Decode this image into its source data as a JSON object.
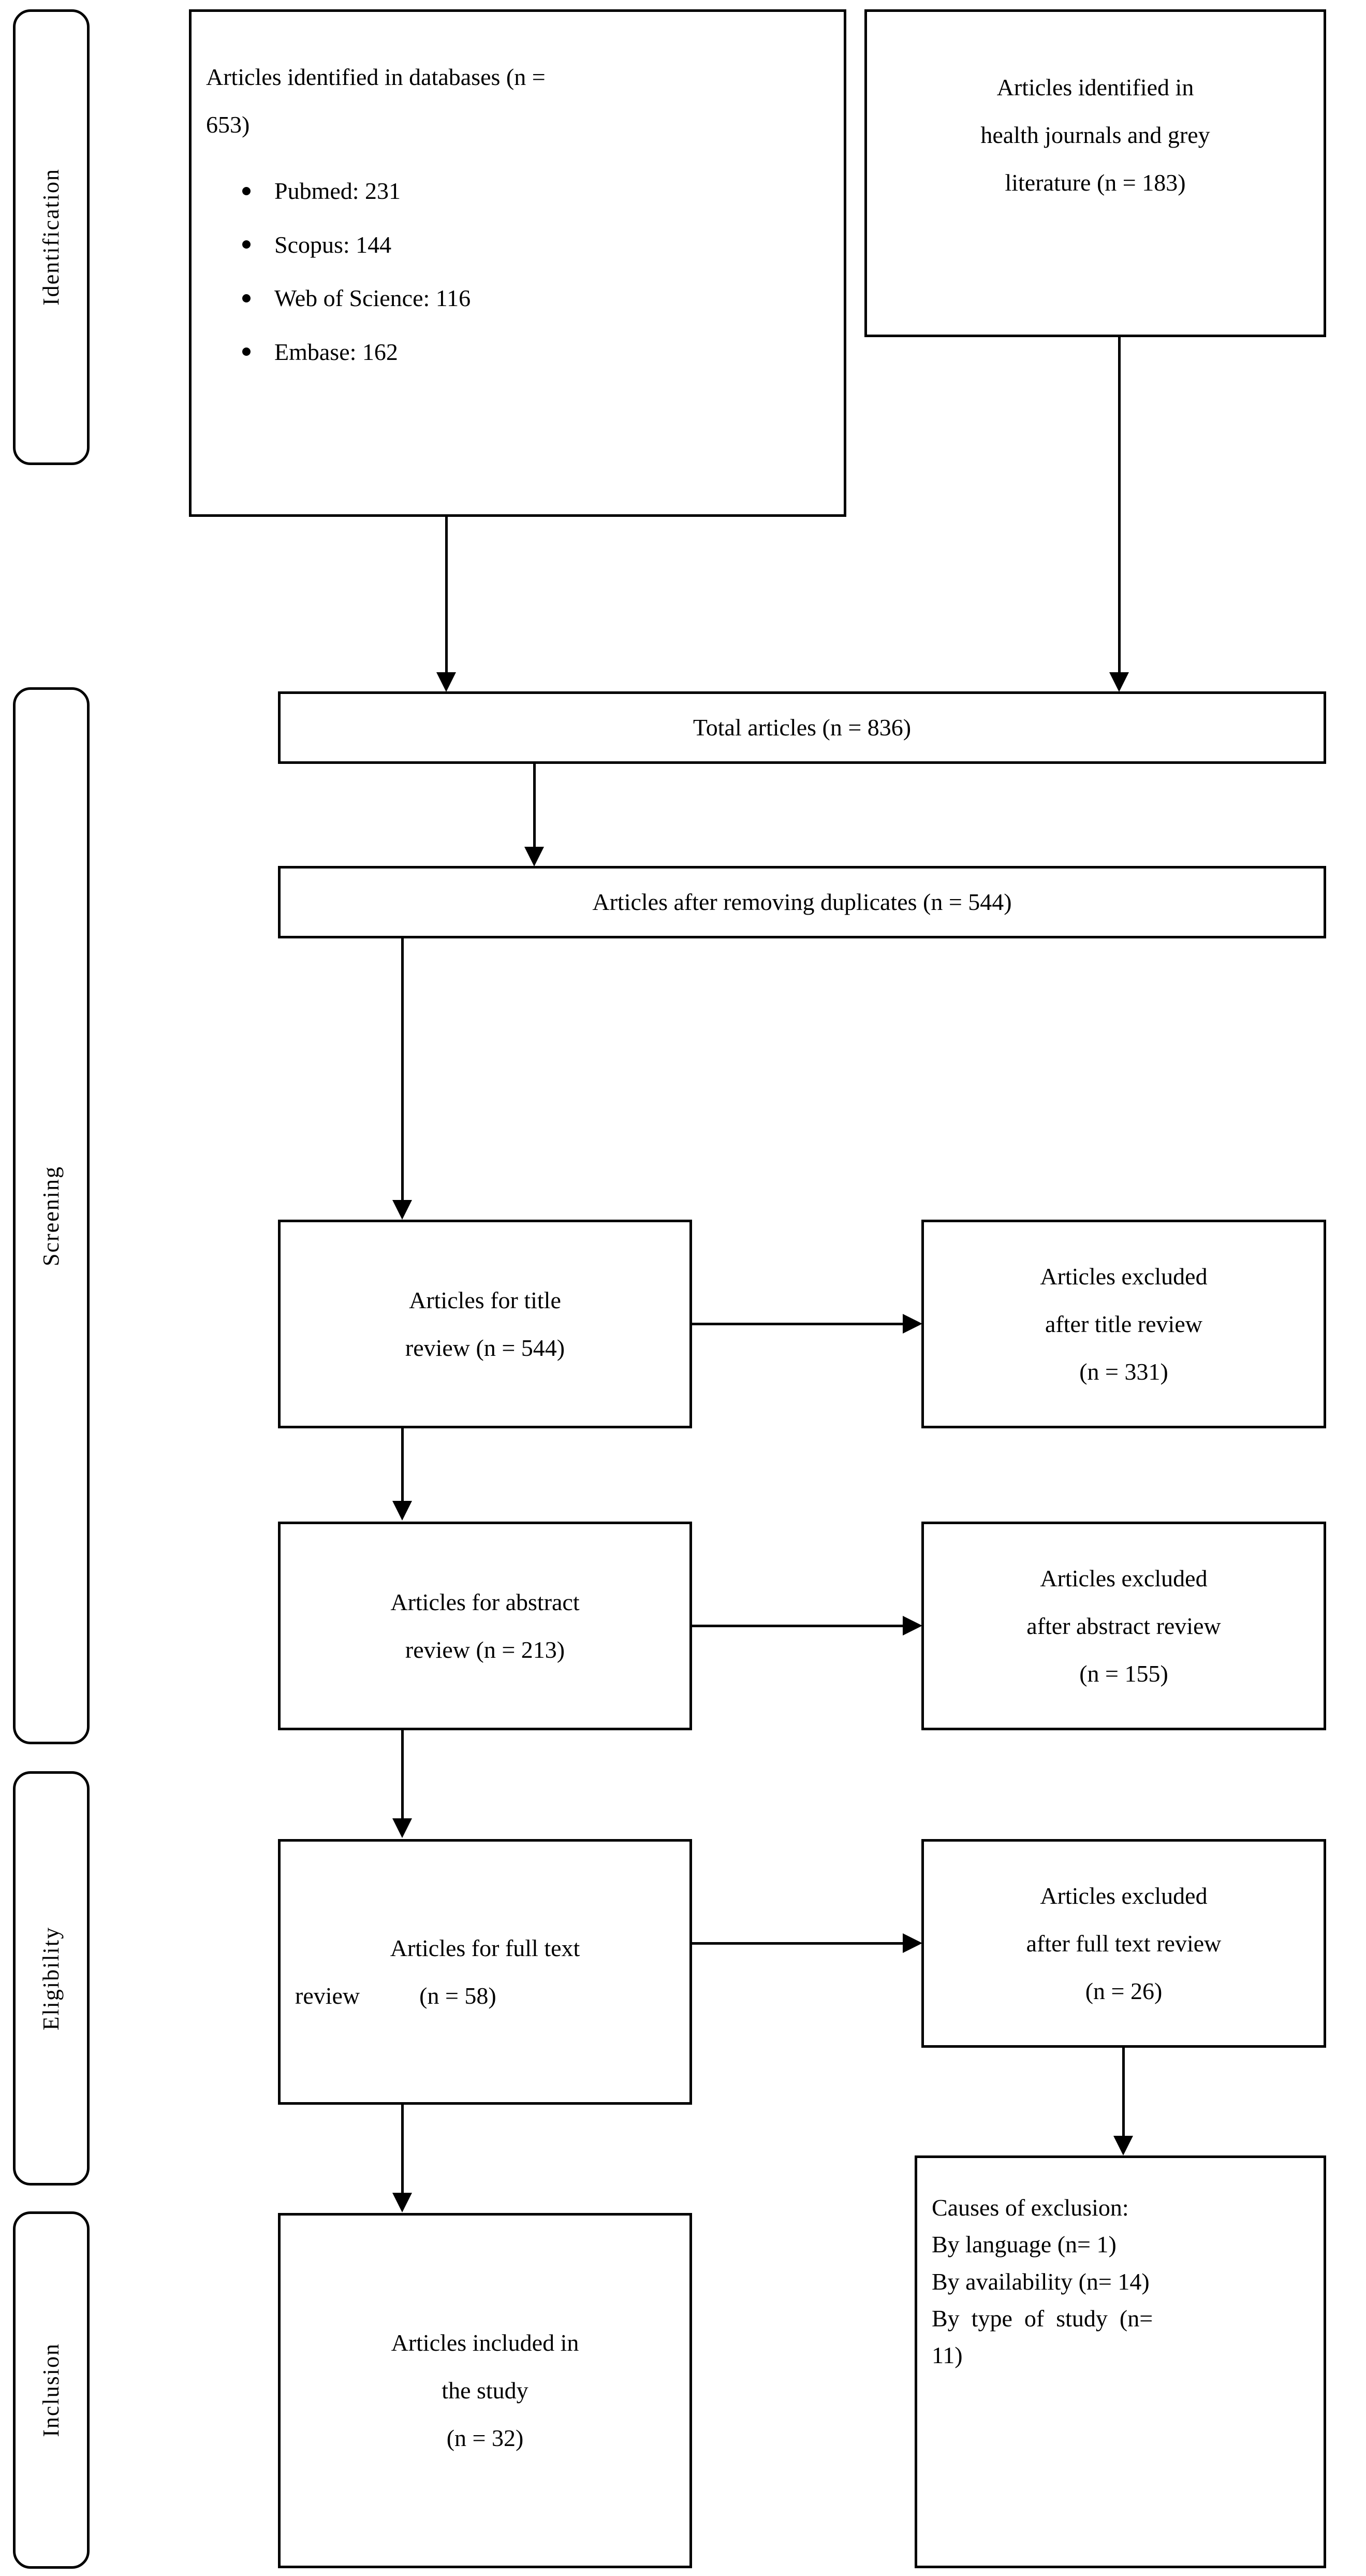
{
  "diagram": {
    "title": "PRISMA study selection flow diagram",
    "stages": [
      {
        "id": "identification",
        "label": "Identification"
      },
      {
        "id": "screening",
        "label": "Screening"
      },
      {
        "id": "eligibility",
        "label": "Eligibility"
      },
      {
        "id": "inclusion",
        "label": "Inclusion"
      }
    ],
    "nodes": {
      "databases": {
        "line1": "Articles identified in databases (n =",
        "line2": "653)",
        "bullets": [
          "Pubmed: 231",
          "Scopus: 144",
          "Web of Science: 116",
          "Embase: 162"
        ]
      },
      "grey_literature": {
        "line1": "Articles identified in",
        "line2": "health journals and grey",
        "line3": "literature (n = 183)"
      },
      "total": {
        "line1": "Total articles (n = 836)"
      },
      "duplicates": {
        "line1": "Articles after removing duplicates (n = 544)"
      },
      "title_review": {
        "line1": "Articles for title",
        "line2": "review (n = 544)"
      },
      "title_excluded": {
        "line1": "Articles excluded",
        "line2": "after title review",
        "line3": "(n = 331)"
      },
      "abstract_review": {
        "line1": "Articles for abstract",
        "line2": "review (n = 213)"
      },
      "abstract_excluded": {
        "line1": "Articles excluded",
        "line2": "after abstract review",
        "line3": "(n = 155)"
      },
      "fulltext_review": {
        "line1": "Articles for full text",
        "line2": "review          (n = 58)"
      },
      "fulltext_excluded": {
        "line1": "Articles excluded",
        "line2": "after full text review",
        "line3": "(n = 26)"
      },
      "included": {
        "line1": "Articles included in",
        "line2": "the study",
        "line3": "(n = 32)"
      },
      "causes": {
        "line1": "Causes of exclusion:",
        "line2": "By language (n= 1)",
        "line3": "By availability (n= 14)",
        "line4": "By  type  of  study  (n=",
        "line5": "11)"
      }
    },
    "counts": {
      "databases_total": 653,
      "pubmed": 231,
      "scopus": 144,
      "web_of_science": 116,
      "embase": 162,
      "grey_literature": 183,
      "total_articles": 836,
      "after_duplicates": 544,
      "title_review": 544,
      "title_excluded": 331,
      "abstract_review": 213,
      "abstract_excluded": 155,
      "fulltext_review": 58,
      "fulltext_excluded": 26,
      "included": 32,
      "excluded_by_language": 1,
      "excluded_by_availability": 14,
      "excluded_by_type_of_study": 11
    },
    "colors": {
      "line": "#000000",
      "background": "#ffffff",
      "text": "#000000"
    }
  }
}
